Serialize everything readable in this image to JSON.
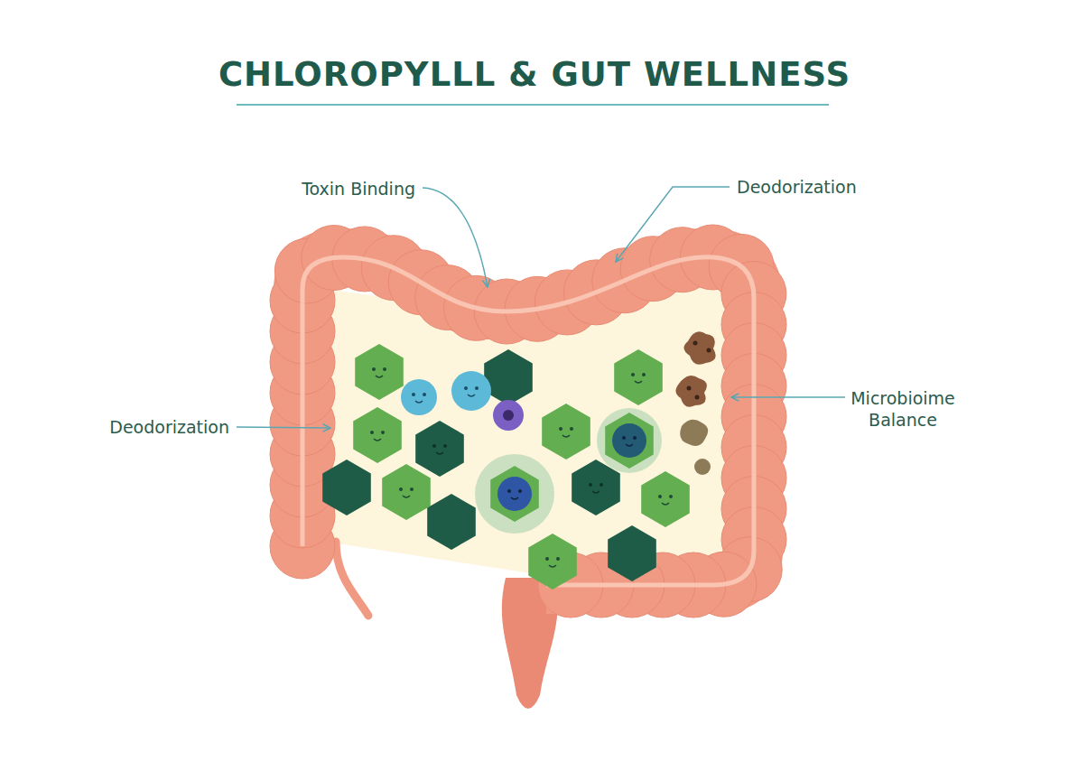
{
  "diagram": {
    "title": "CHLOROPYLLL & GUT WELLNESS",
    "labels": [
      "Toxin Binding",
      "Deodorization",
      "Deodorization",
      "Microbioime Balance"
    ]
  }
}
